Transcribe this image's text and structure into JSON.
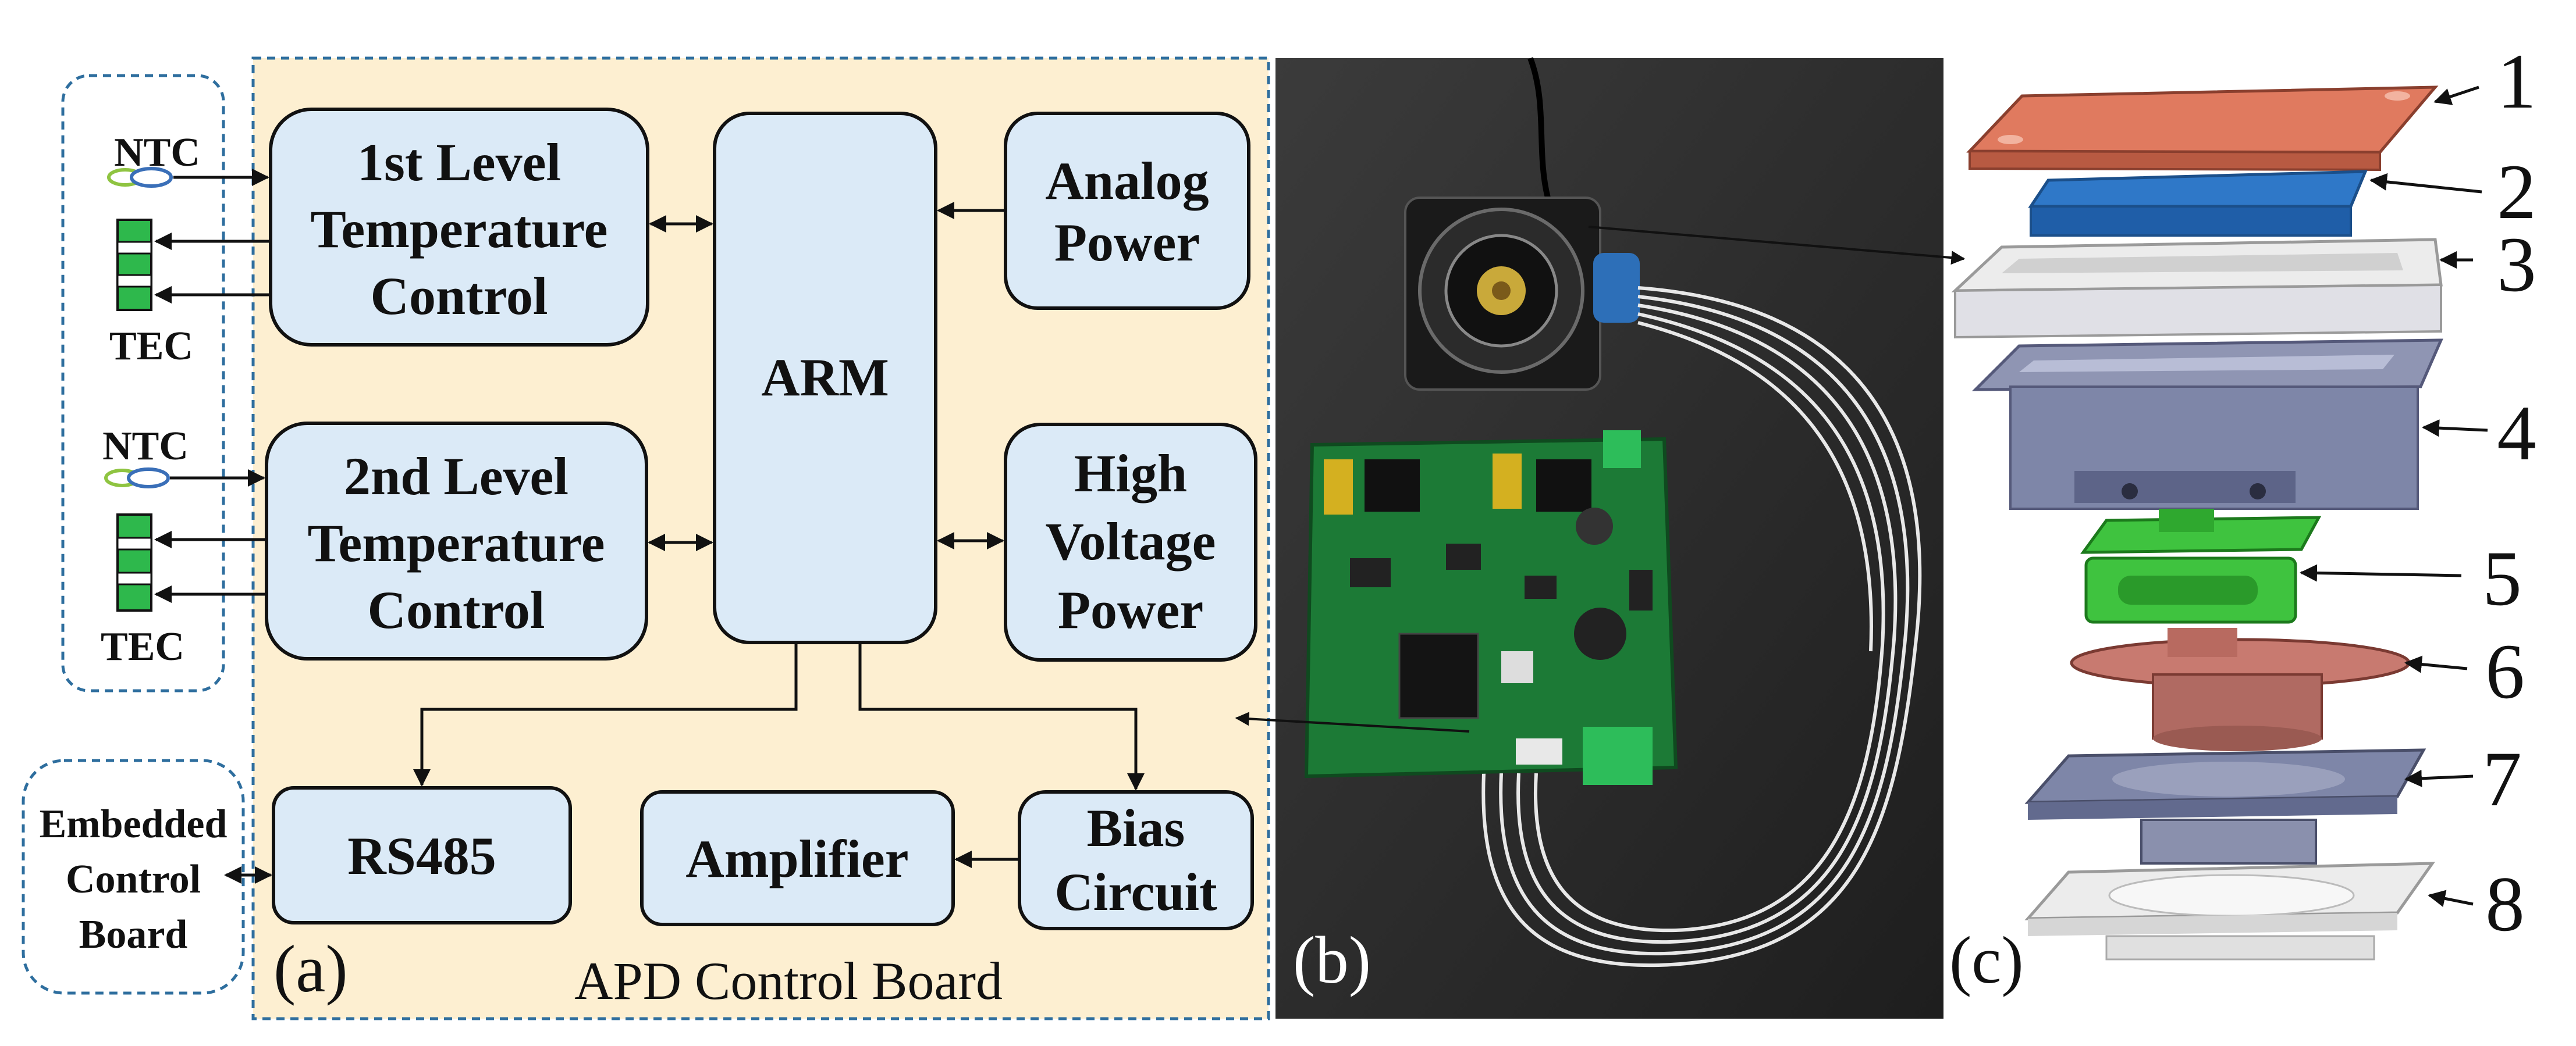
{
  "panel_a": {
    "label": "(a)",
    "board_title": "APD Control Board",
    "sensor1": {
      "ntc": "NTC",
      "tec": "TEC"
    },
    "sensor2": {
      "ntc": "NTC",
      "tec": "TEC"
    },
    "embedded": {
      "line1": "Embedded",
      "line2": "Control",
      "line3": "Board"
    },
    "blocks": {
      "temp1": {
        "line1": "1st Level",
        "line2": "Temperature",
        "line3": "Control"
      },
      "temp2": {
        "line1": "2nd Level",
        "line2": "Temperature",
        "line3": "Control"
      },
      "arm": {
        "line1": "ARM"
      },
      "analog": {
        "line1": "Analog",
        "line2": "Power"
      },
      "hv": {
        "line1": "High",
        "line2": "Voltage",
        "line3": "Power"
      },
      "rs485": {
        "line1": "RS485"
      },
      "amplifier": {
        "line1": "Amplifier"
      },
      "bias": {
        "line1": "Bias",
        "line2": "Circuit"
      }
    },
    "colors": {
      "board_bg": "#fdefd1",
      "block_fill": "#dbeaf7",
      "dashed": "#2e6e9e",
      "tec_green": "#2eb84c"
    }
  },
  "panel_b": {
    "label": "(b)"
  },
  "panel_c": {
    "label": "(c)",
    "parts": [
      "1",
      "2",
      "3",
      "4",
      "5",
      "6",
      "7",
      "8"
    ],
    "colors": {
      "p1": "#e07a5f",
      "p2": "#2f78c8",
      "p3": "#ececec",
      "p4": "#8f95b3",
      "p5": "#3fc33f",
      "p6": "#c87a70",
      "p7": "#7e86a8",
      "p8": "#ececec"
    }
  }
}
